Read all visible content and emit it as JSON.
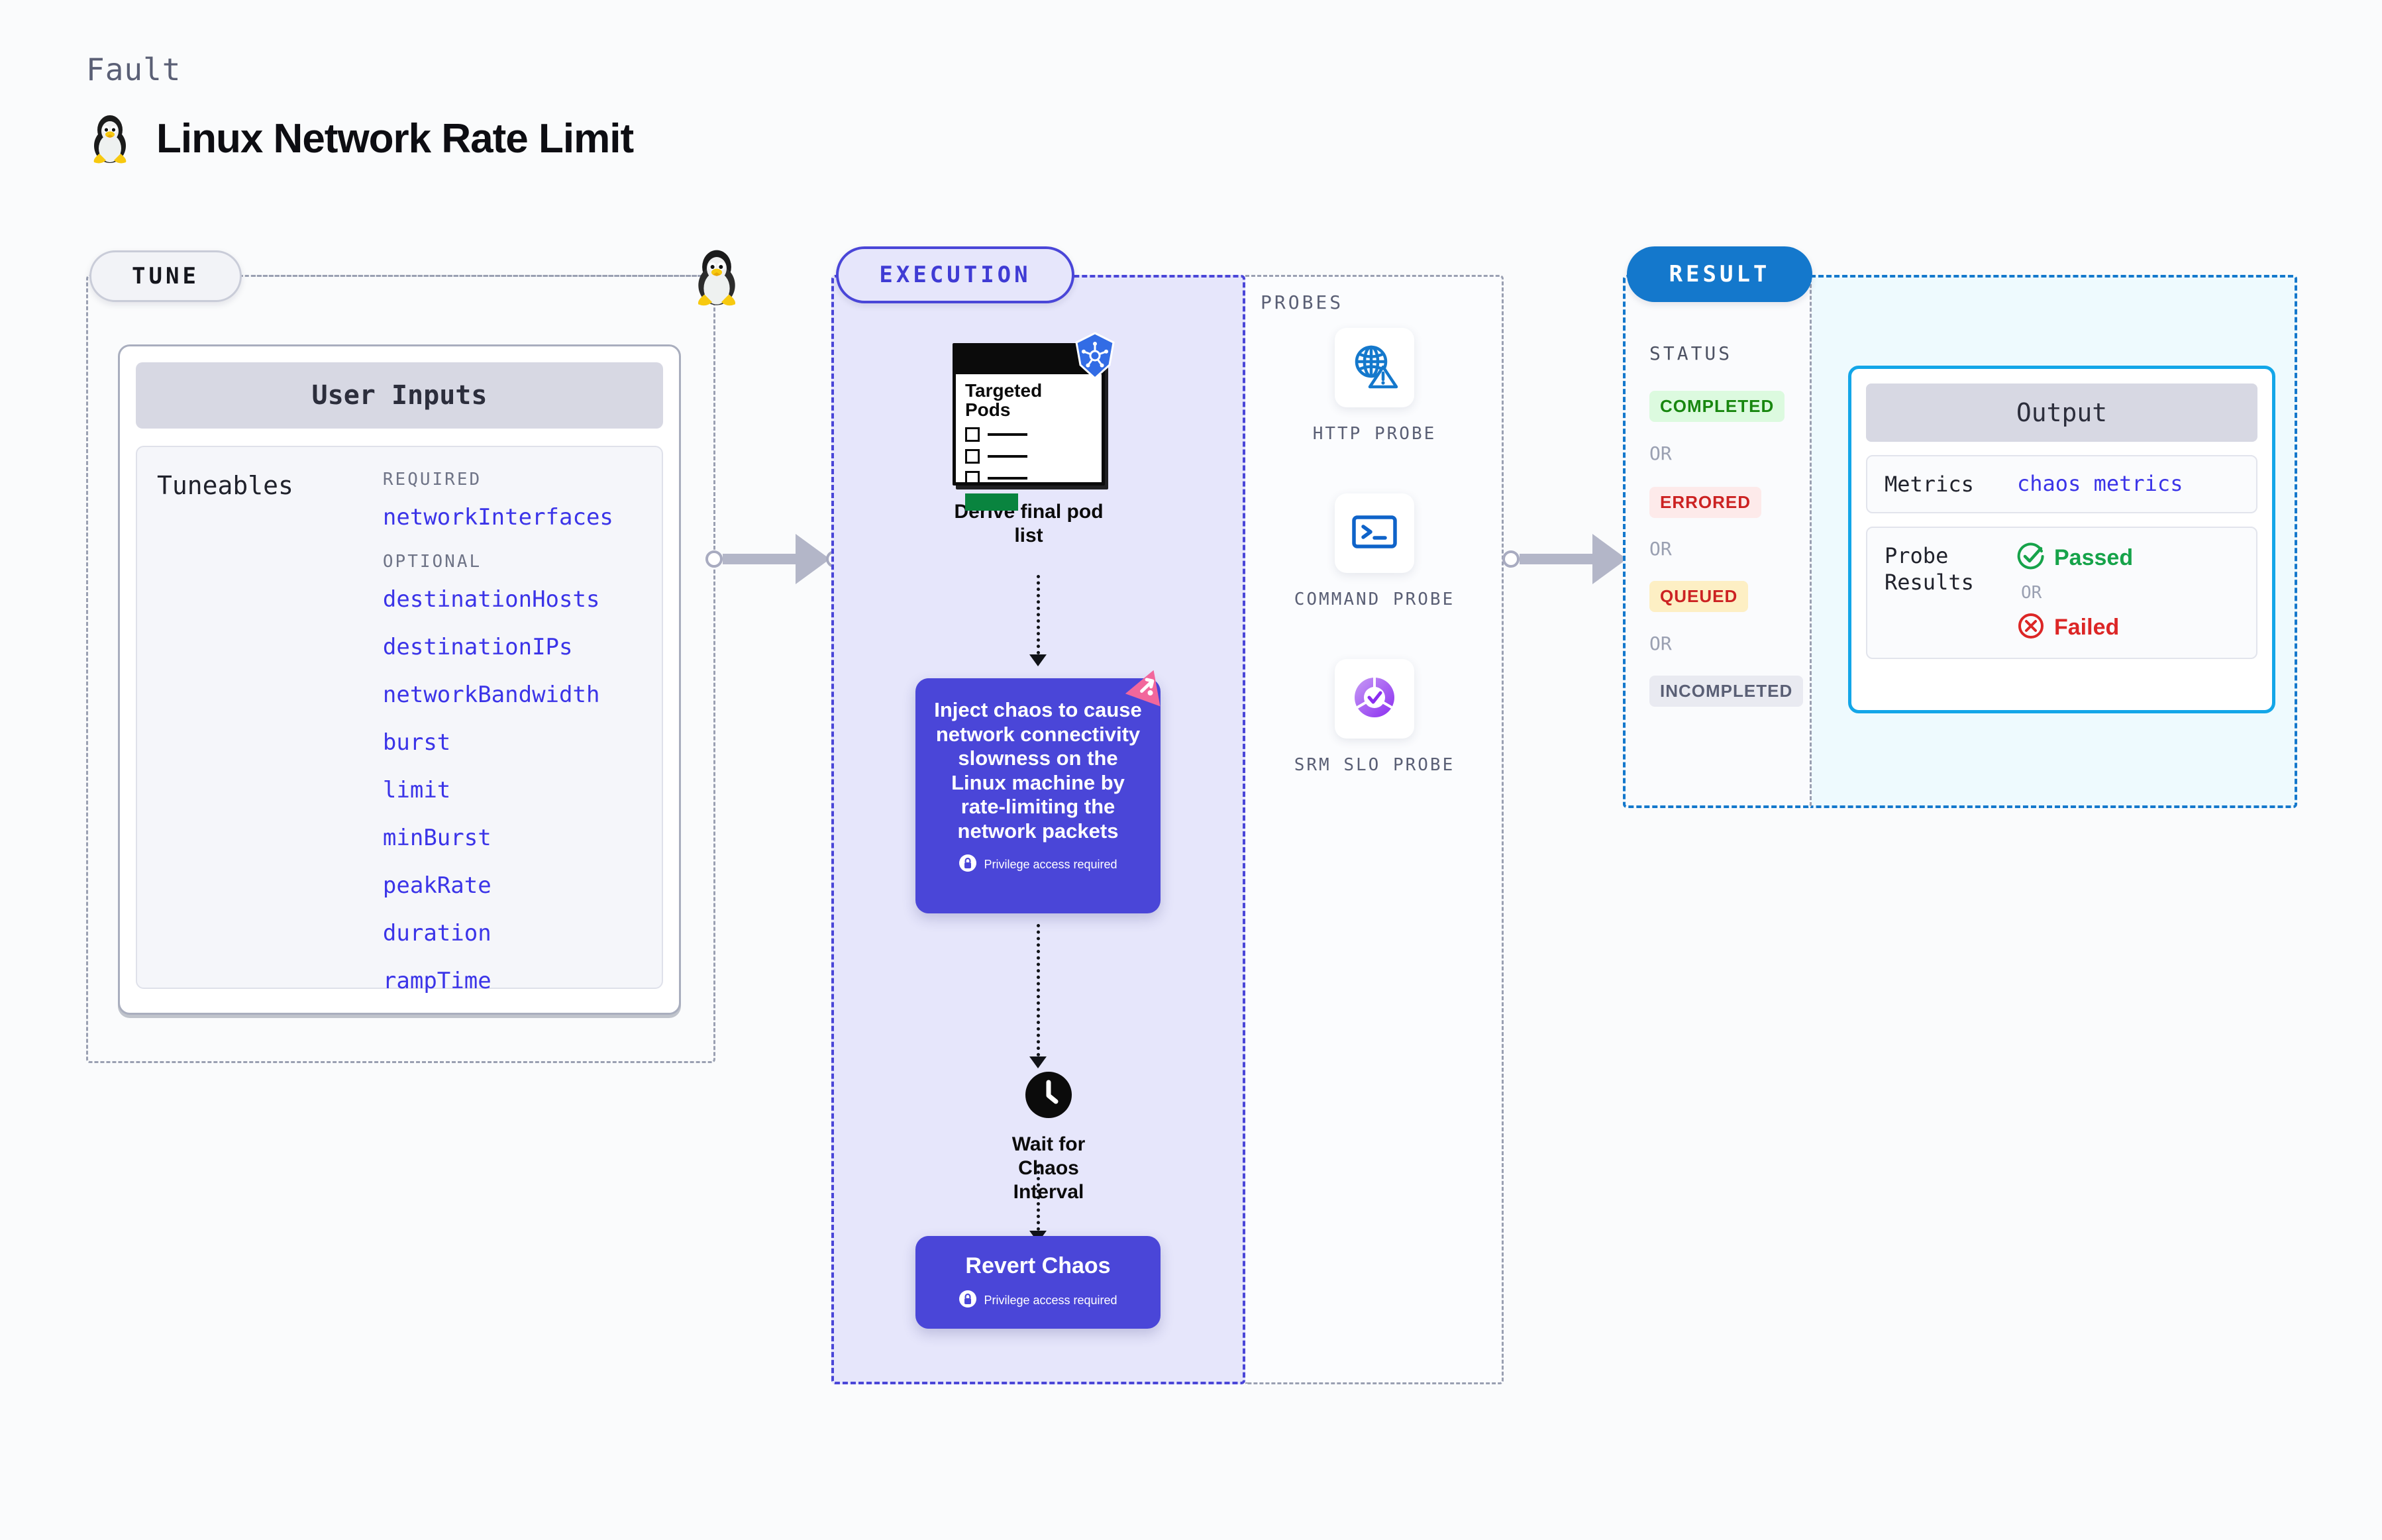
{
  "header": {
    "kicker": "Fault",
    "title": "Linux Network Rate Limit",
    "icon": "linux-tux-icon"
  },
  "tune": {
    "pill_label": "TUNE",
    "connector_icon": "linux-tux-icon",
    "card": {
      "title": "User Inputs",
      "section_label": "Tuneables",
      "groups": [
        {
          "label": "REQUIRED",
          "items": [
            "networkInterfaces"
          ]
        },
        {
          "label": "OPTIONAL",
          "items": [
            "destinationHosts",
            "destinationIPs",
            "networkBandwidth",
            "burst",
            "limit",
            "minBurst",
            "peakRate",
            "duration",
            "rampTime"
          ]
        }
      ]
    }
  },
  "execution": {
    "pill_label": "EXECUTION",
    "steps": [
      {
        "id": "derive-pods",
        "card_title": "Targeted\nPods",
        "badge_icon": "kubernetes-icon",
        "caption": "Derive final pod list"
      },
      {
        "id": "inject-chaos",
        "text": "Inject chaos to cause network connectivity slowness on the Linux machine by rate-limiting the network packets",
        "badge_icon": "litmus-chaos-icon",
        "privilege_icon": "lock-icon",
        "privilege_note": "Privilege access required"
      },
      {
        "id": "wait-interval",
        "icon": "clock-icon",
        "caption": "Wait for Chaos\nInterval"
      },
      {
        "id": "revert-chaos",
        "title": "Revert Chaos",
        "privilege_icon": "lock-icon",
        "privilege_note": "Privilege access required"
      }
    ]
  },
  "probes": {
    "label": "PROBES",
    "items": [
      {
        "icon": "globe-warning-icon",
        "label": "HTTP PROBE"
      },
      {
        "icon": "terminal-icon",
        "label": "COMMAND\nPROBE"
      },
      {
        "icon": "srm-slo-icon",
        "label": "SRM SLO\nPROBE"
      }
    ]
  },
  "result": {
    "pill_label": "RESULT",
    "status_label": "STATUS",
    "or_label": "OR",
    "statuses": [
      {
        "label": "COMPLETED",
        "bg": "#dcfadf",
        "fg": "#18870f"
      },
      {
        "label": "ERRORED",
        "bg": "#fdeaea",
        "fg": "#cc2222"
      },
      {
        "label": "QUEUED",
        "bg": "#fdefc4",
        "fg": "#cc2222"
      },
      {
        "label": "INCOMPLETED",
        "bg": "#e9eaf1",
        "fg": "#5a5f75"
      }
    ],
    "output": {
      "title": "Output",
      "metrics_key": "Metrics",
      "metrics_value": "chaos metrics",
      "probe_results_key": "Probe\nResults",
      "passed_label": "Passed",
      "failed_label": "Failed",
      "or_label": "OR",
      "passed_icon": "check-circle-icon",
      "failed_icon": "x-circle-icon"
    }
  },
  "colors": {
    "chaos_purple": "#4a46d8",
    "tuneable_blue": "#3b34e8",
    "result_blue": "#1478cc",
    "output_border": "#13a6e8",
    "pass_green": "#16a34a",
    "fail_red": "#dc2626",
    "litmus_pink": "#f2679c"
  }
}
